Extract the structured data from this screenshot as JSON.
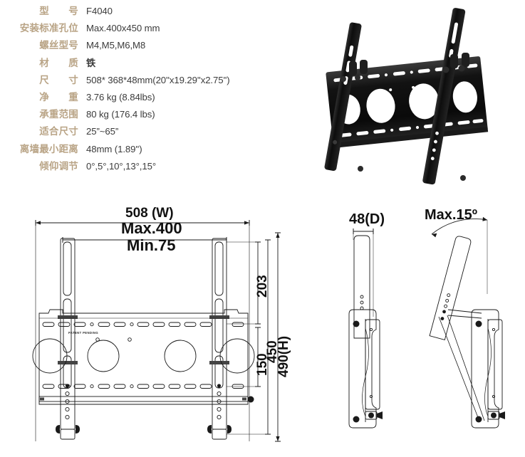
{
  "spec_table": {
    "rows": [
      {
        "label": "型　　号",
        "value": "F4040",
        "bold": false
      },
      {
        "label": "安装标准孔位",
        "value": "Max.400x450 mm",
        "bold": false
      },
      {
        "label": "螺丝型号",
        "value": "M4,M5,M6,M8",
        "bold": false
      },
      {
        "label": "材　　质",
        "value": "铁",
        "bold": true
      },
      {
        "label": "尺　　寸",
        "value": "508* 368*48mm(20''x19.29''x2.75'')",
        "bold": false
      },
      {
        "label": "净　　重",
        "value": "3.76 kg (8.84lbs)",
        "bold": false
      },
      {
        "label": "承重范围",
        "value": "80 kg (176.4 lbs)",
        "bold": false
      },
      {
        "label": "适合尺寸",
        "value": "25”~65”",
        "bold": false
      },
      {
        "label": "离墙最小距离",
        "value": "48mm (1.89'')",
        "bold": false
      },
      {
        "label": "倾仰调节",
        "value": "0°,5°,10°,13°,15°",
        "bold": false
      }
    ],
    "label_color": "#b9a486",
    "value_color": "#3b3b3b"
  },
  "product_photo": {
    "alt": "black tilting tv wall mount bracket, front three-quarter view",
    "body_color": "#111111",
    "highlight_color": "#4a4a4a"
  },
  "drawings": {
    "front_view": {
      "width_label": "508 (W)",
      "max_hole_label": "Max.400",
      "min_hole_label": "Min.75",
      "dim_203": "203",
      "dim_450": "450",
      "dim_150": "150",
      "height_label": "490(H)",
      "patent_text": "PATENT PENDING"
    },
    "side_view": {
      "depth_label": "48(D)"
    },
    "tilt_view": {
      "tilt_label": "Max.15º"
    },
    "line_color": "#1a1a1a"
  }
}
